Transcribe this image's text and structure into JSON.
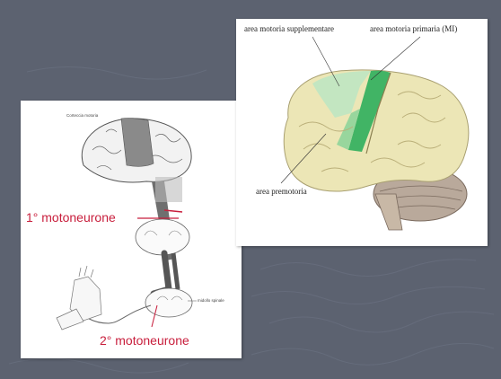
{
  "colors": {
    "slide_bg": "#5c6270",
    "accent_red": "#c81e3c",
    "motor_green": "#2fae5c",
    "brain_cream": "#ece6b6"
  },
  "left_figure": {
    "label_cortex": "Corteccia motoria",
    "label_first_neuron": "1° motoneurone",
    "label_spinal_cord": "midollo spinale",
    "label_second_neuron": "2° motoneurone"
  },
  "right_figure": {
    "label_sma": "area motoria supplementare",
    "label_m1": "area motoria primaria (MI)",
    "label_premotor": "area premotoria"
  }
}
